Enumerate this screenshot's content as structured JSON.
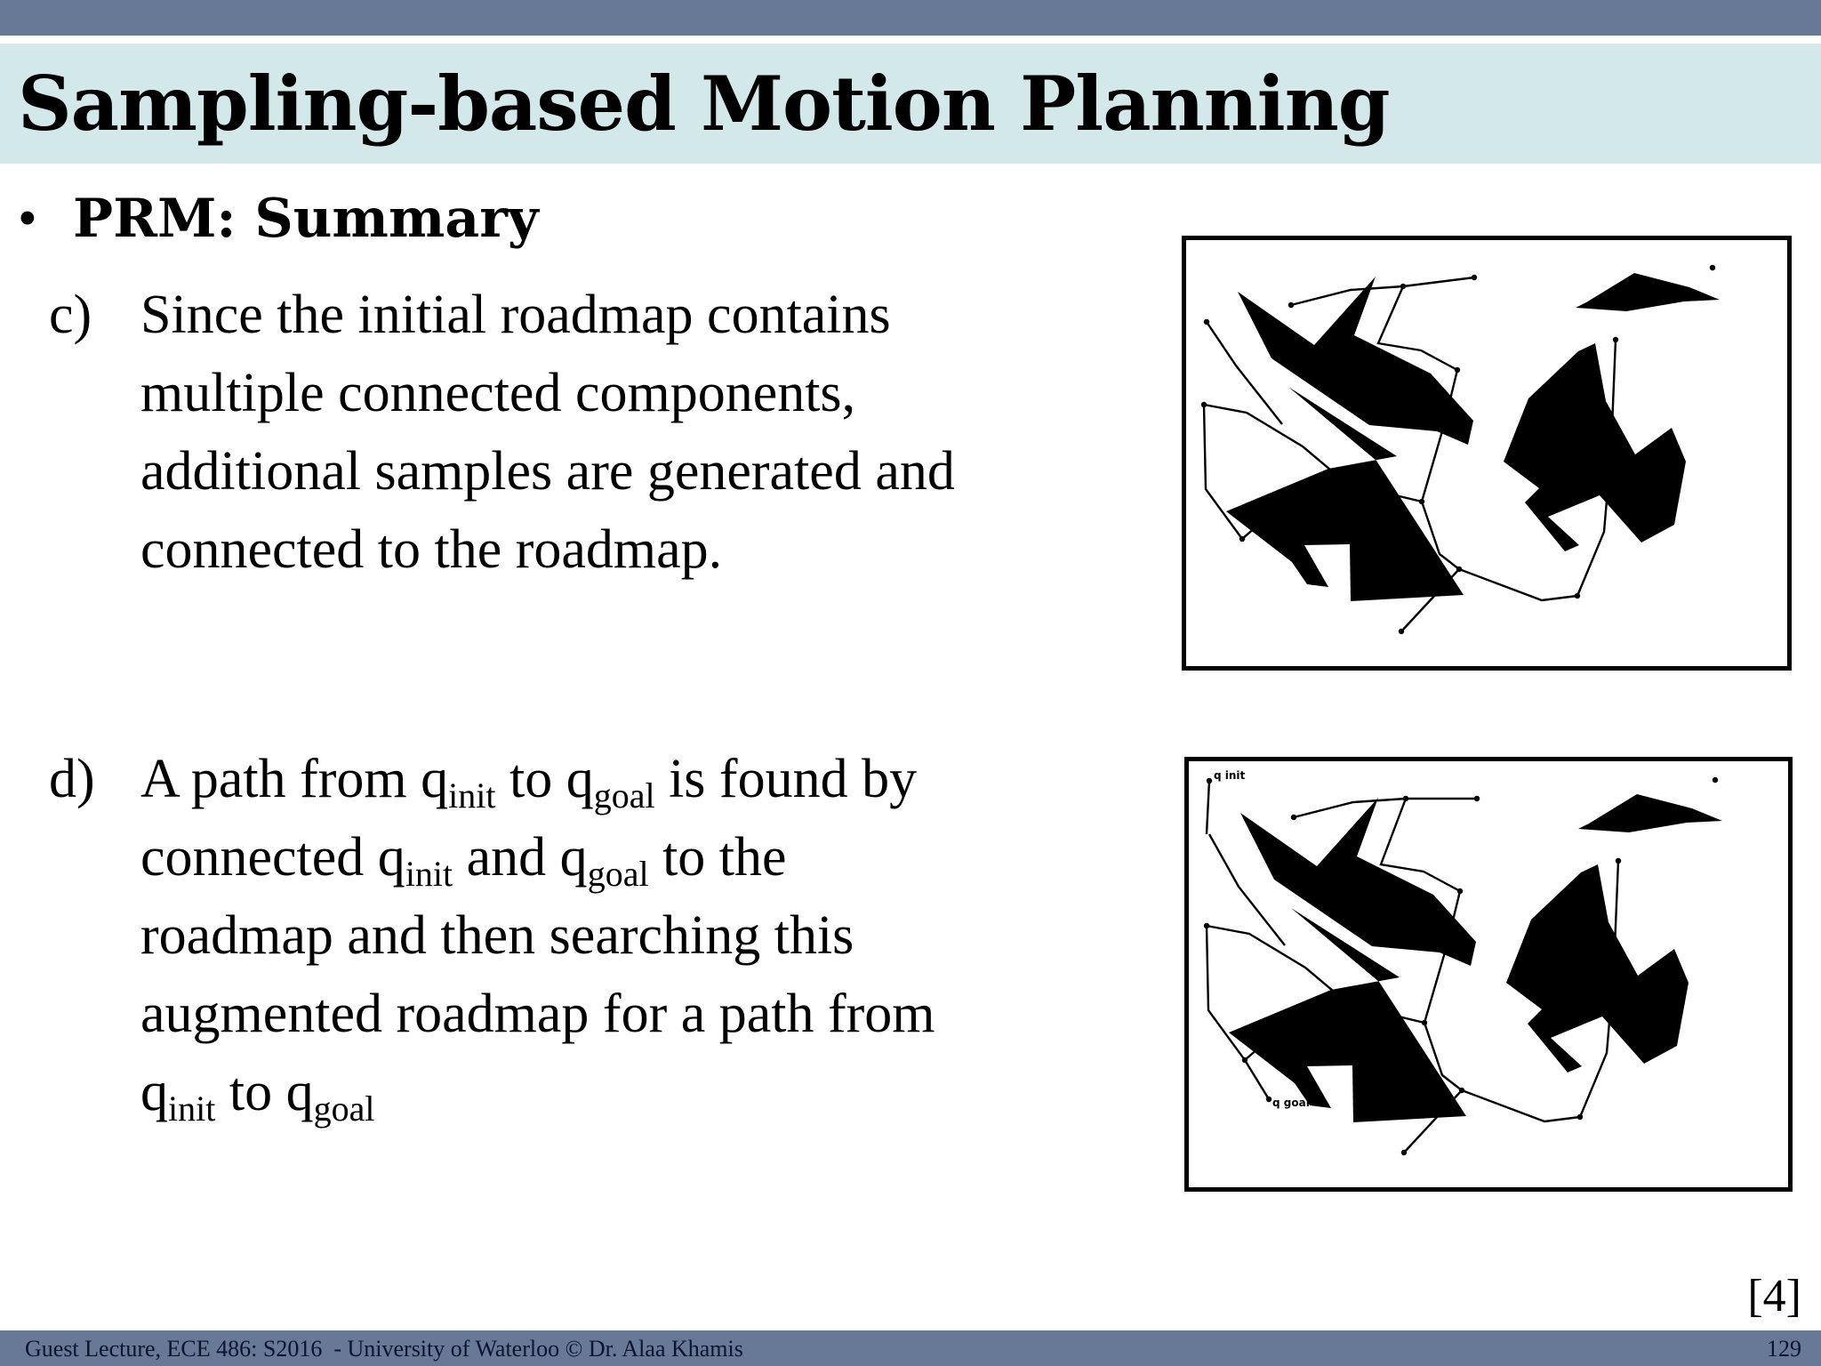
{
  "slide": {
    "title": "Sampling-based Motion Planning",
    "bullet_symbol": "•",
    "bullet_heading": "PRM: Summary",
    "item_c": {
      "marker": "c)",
      "lines": [
        "Since the initial roadmap contains",
        "multiple connected components,",
        "additional samples are generated and",
        "connected to the roadmap."
      ]
    },
    "item_d": {
      "marker": "d)",
      "line1": {
        "before": "A path from q",
        "sub1": "init",
        "mid": " to q",
        "sub2": "goal",
        "after": " is found by"
      },
      "line2": {
        "before": "connected q",
        "sub1": "init",
        "mid": " and q",
        "sub2": "goal",
        "after": " to the"
      },
      "line3": "roadmap and then searching this",
      "line4": "augmented roadmap for a path from",
      "line5": {
        "before": "q",
        "sub1": "init",
        "mid": " to q",
        "sub2": "goal"
      }
    },
    "figure_d_labels": {
      "start": "q init",
      "goal": "q goal"
    },
    "citation": "[4]"
  },
  "footer": {
    "text": "Guest Lecture, ECE 486: S2016  - University of Waterloo © Dr. Alaa Khamis",
    "page_number": "129"
  },
  "colors": {
    "header_bar": "#687897",
    "title_band": "#d3e9e9",
    "footer_bar": "#687897"
  }
}
